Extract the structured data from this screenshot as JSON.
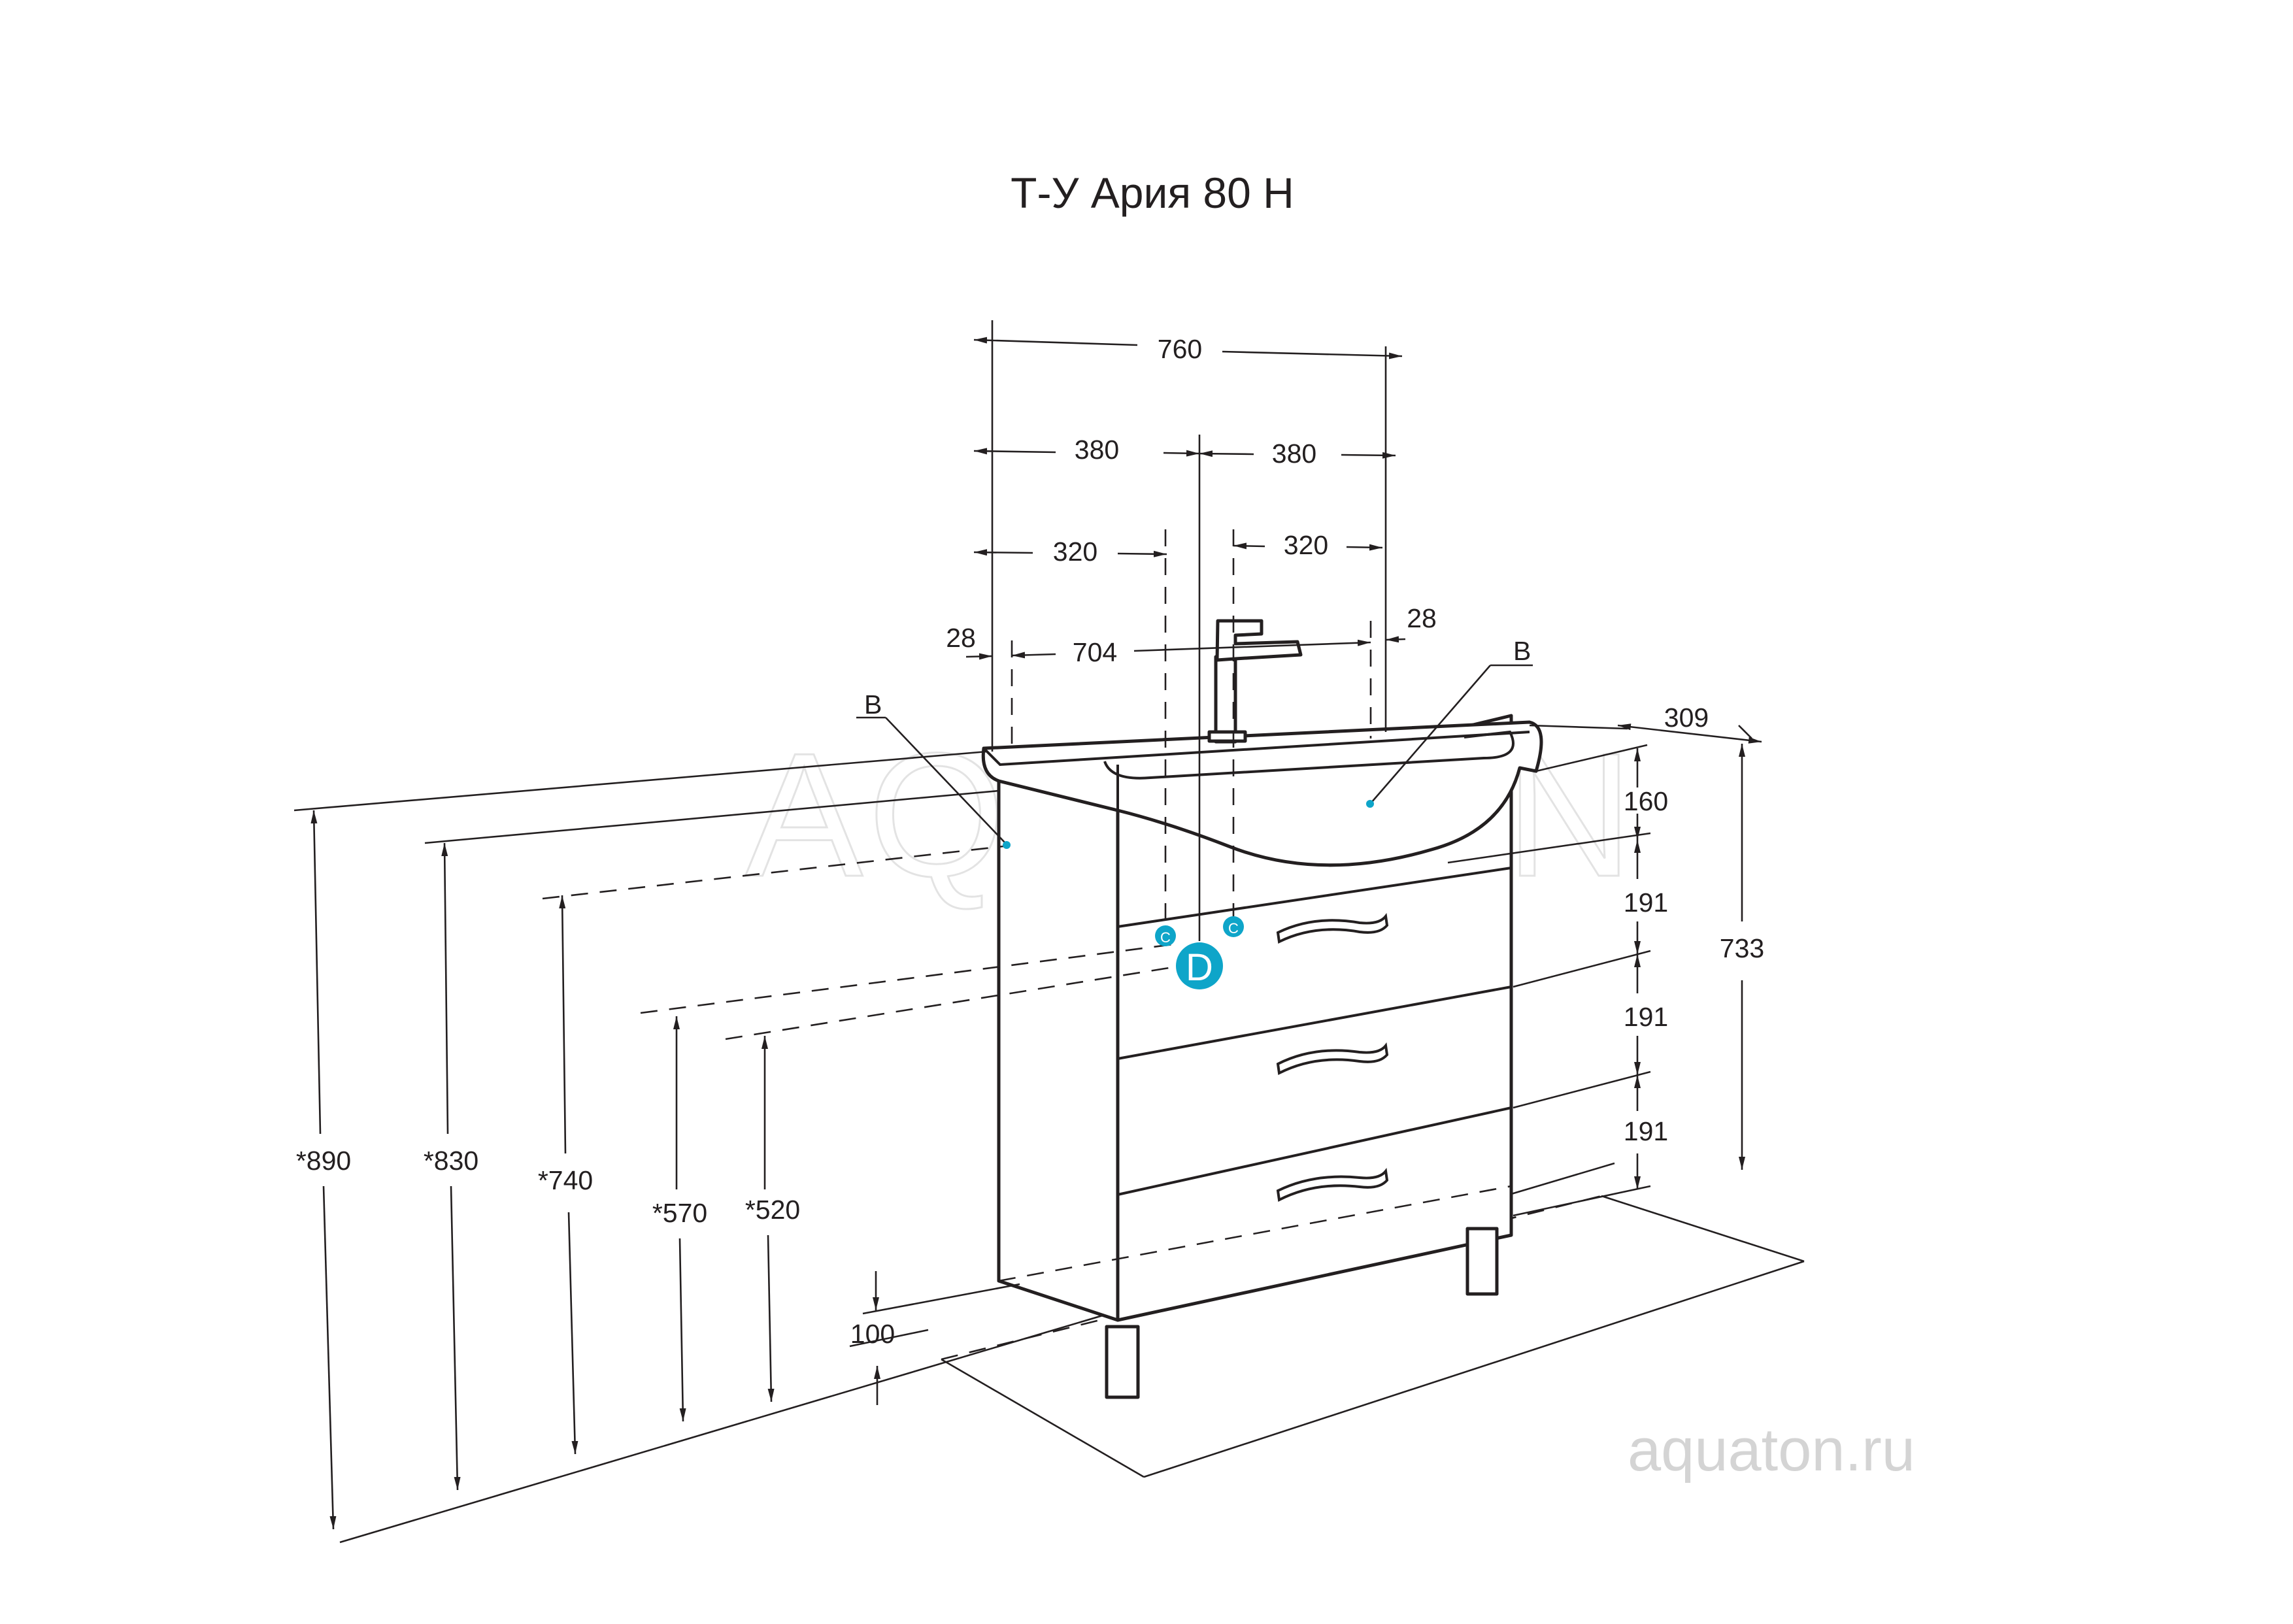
{
  "title": "Т-У Ария 80 Н",
  "watermark_url": "aquaton.ru",
  "watermark_logo": "AQUATON",
  "colors": {
    "line": "#231f20",
    "connection_marker": "#0ea5c9",
    "watermark": "#d4d4d4"
  },
  "dimensions": {
    "width_total": "760",
    "half_left": "380",
    "half_right": "380",
    "offset_left": "320",
    "offset_right": "320",
    "inner_width": "704",
    "edge_left": "28",
    "edge_right": "28",
    "depth": "309",
    "basin_height": "160",
    "drawer_1": "191",
    "drawer_2": "191",
    "drawer_3": "191",
    "cabinet_height": "733",
    "leg_height": "100",
    "height_890": "*890",
    "height_830": "*830",
    "height_740": "*740",
    "height_570": "*570",
    "height_520": "*520"
  },
  "markers": {
    "b_left": "B",
    "b_right": "B",
    "c_left": "C",
    "c_right": "C",
    "d": "D"
  }
}
